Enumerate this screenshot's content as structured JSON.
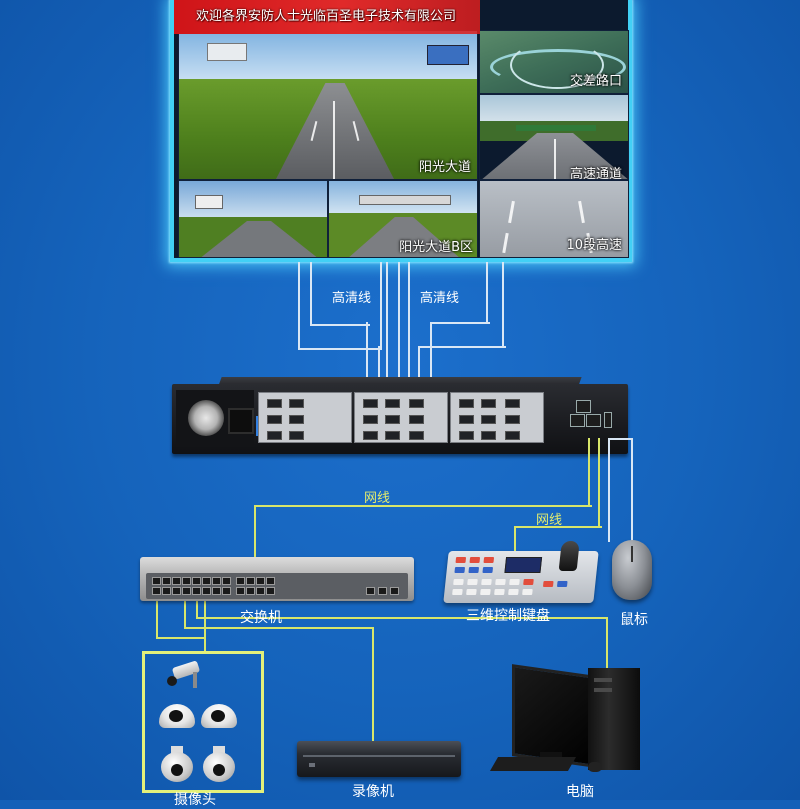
{
  "video_wall": {
    "banner": "欢迎各界安防人士光临百圣电子技术有限公司",
    "cells": [
      {
        "label": "阳光大道"
      },
      {
        "label": "交差路口"
      },
      {
        "label": "高速通道"
      },
      {
        "label": "阳光大道B区"
      },
      {
        "label": "10段高速"
      }
    ]
  },
  "cables": {
    "hdmi_left": "高清线",
    "hdmi_right": "高清线",
    "net_switch": "网线",
    "net_keyboard": "网线"
  },
  "devices": {
    "switch": "交换机",
    "keyboard": "三维控制键盘",
    "mouse": "鼠标",
    "camera": "摄像头",
    "recorder": "录像机",
    "computer": "电脑"
  },
  "colors": {
    "background": "#1563bb",
    "wall_glow": "#42d0f5",
    "network_cable": "#d8e66a",
    "hdmi_cable": "#d9e7f5",
    "banner": "#d81c1f"
  }
}
